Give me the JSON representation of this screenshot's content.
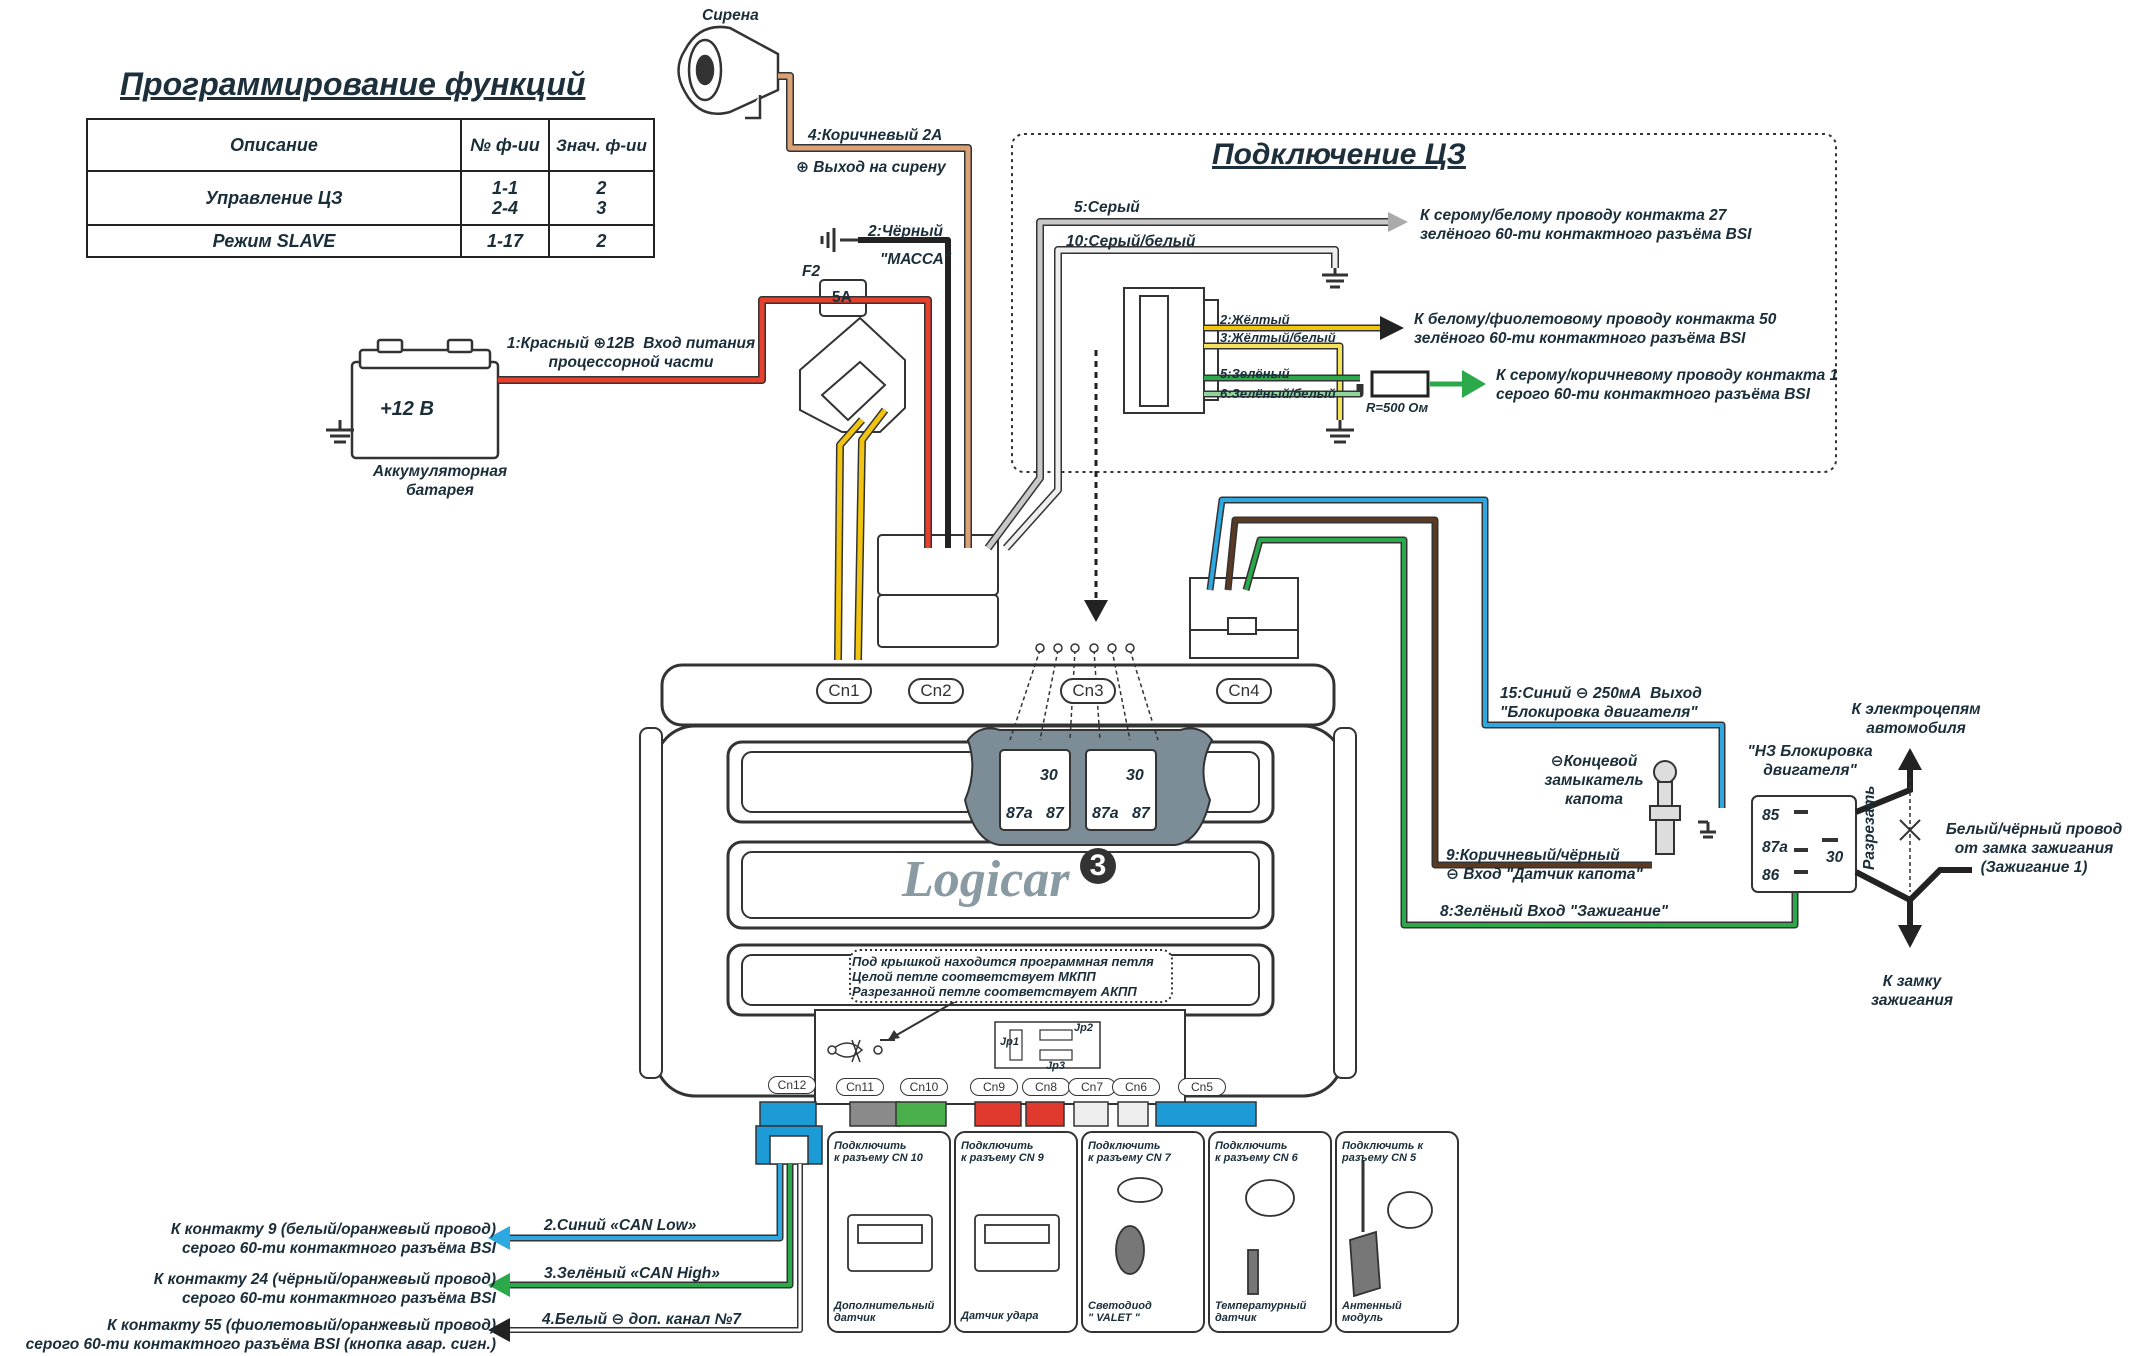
{
  "prog": {
    "title": "Программирование функций",
    "headers": [
      "Описание",
      "№ ф-ии",
      "Знач. ф-ии"
    ],
    "rows": [
      {
        "desc": "Управление ЦЗ",
        "num": "1-1\n2-4",
        "val": "2\n3"
      },
      {
        "desc": "Режим SLAVE",
        "num": "1-17",
        "val": "2"
      }
    ]
  },
  "cz": {
    "title": "Подключение ЦЗ",
    "w5": "5:Серый",
    "w10": "10:Серый/белый",
    "w2": "2:Жёлтый",
    "w3": "3:Жёлтый/белый",
    "w5g": "5:Зелёный",
    "w6": "6:Зелёный/белый",
    "res": "R=500 Ом",
    "dest1": "К серому/белому проводу контакта 27\nзелёного 60-ти контактного разъёма BSI",
    "dest2": "К белому/фиолетовому проводу контакта 50\nзелёного 60-ти контактного разъёма BSI",
    "dest3": "К серому/коричневому проводу контакта 1\nсерого 60-ти контактного разъёма BSI"
  },
  "siren": {
    "title": "Сирена",
    "wire": "4:Коричневый 2А",
    "out": "⊕ Выход на сирену"
  },
  "ground": {
    "wire": "2:Чёрный",
    "name": "\"МАССА\""
  },
  "fuse": {
    "id": "F2",
    "val": "5А"
  },
  "battery": {
    "wire": "1:Красный ⊕12В  Вход питания\nпроцессорной части",
    "label": "+12 В",
    "name": "Аккумуляторная\nбатарея"
  },
  "unit": {
    "brand": "Logicar",
    "brand_num": "3",
    "relay_a": [
      "30",
      "87a",
      "87"
    ],
    "relay_b": [
      "30",
      "87a",
      "87"
    ],
    "conns": [
      "Cn1",
      "Cn2",
      "Cn3",
      "Cn4"
    ],
    "bottom": [
      "Cn12",
      "Cn11",
      "Cn10",
      "Cn9",
      "Cn8",
      "Cn7",
      "Cn6",
      "Cn5"
    ],
    "loop_note": "Под крышкой находится программная петля\nЦелой петле соответствует МКПП\nРазрезанной петле соответствует АКПП",
    "jumpers": [
      "Jp1",
      "Jp2",
      "Jp3"
    ]
  },
  "cn4": {
    "w15": "15:Синий ⊖ 250мА  Выход\n\"Блокировка двигателя\"",
    "nz": "\"НЗ Блокировка\nдвигателя\"",
    "hood": "⊖Концевой\nзамыкатель\nкапота",
    "w9": "9:Коричневый/чёрный\n⊖ Вход \"Датчик капота\"",
    "w8": "8:Зелёный Вход \"Зажигание\"",
    "relay": [
      "85",
      "87a",
      "86",
      "30"
    ],
    "cut": "Разрезать",
    "to_circ": "К электроцепям\nавтомобиля",
    "from_sw": "Белый/чёрный провод\nот замка зажигания\n(Зажигание 1)",
    "to_lock": "К замку\nзажигания"
  },
  "can": {
    "w2": "2.Синий «CAN Low»",
    "w3": "3.Зелёный «CAN High»",
    "w4": "4.Белый ⊖ доп. канал №7",
    "d2": "К контакту 9 (белый/оранжевый провод)\nсерого 60-ти контактного разъёма BSI",
    "d3": "К контакту 24 (чёрный/оранжевый провод)\nсерого 60-ти контактного разъёма BSI",
    "d4": "К контакту 55 (фиолетовый/оранжевый провод)\nсерого 60-ти контактного разъёма BSI (кнопка авар. сигн.)"
  },
  "mods": [
    {
      "top": "Подключить\nк разъему CN 10",
      "bottom": "Дополнительный\nдатчик"
    },
    {
      "top": "Подключить\nк разъему CN 9",
      "bottom": "Датчик удара"
    },
    {
      "top": "Подключить\nк разъему CN 7",
      "bottom": "Светодиод\n\" VALET \""
    },
    {
      "top": "Подключить\nк разъему CN 6",
      "bottom": "Температурный\nдатчик"
    },
    {
      "top": "Подключить к\nразъему CN 5",
      "bottom": "Антенный\nмодуль"
    }
  ]
}
